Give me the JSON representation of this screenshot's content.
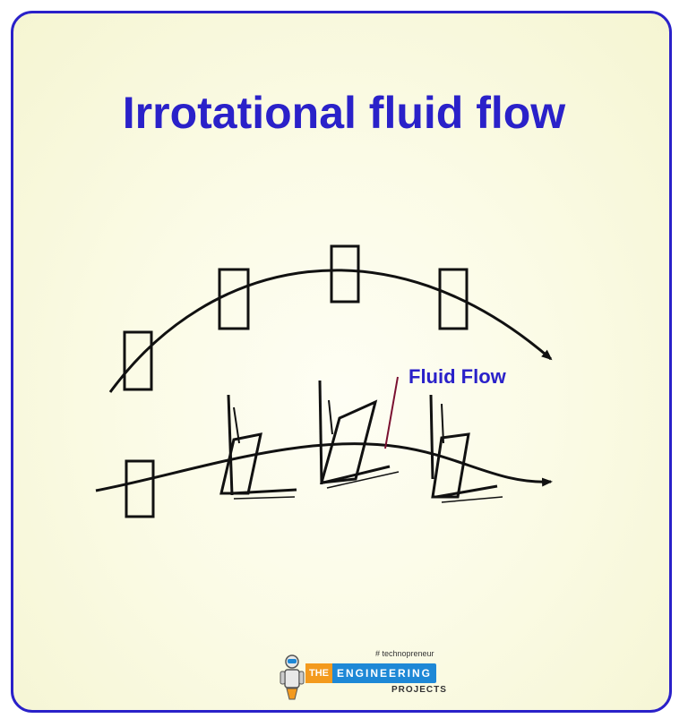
{
  "title": "Irrotational fluid flow",
  "flow_label": "Fluid Flow",
  "logo": {
    "tagline": "# technopreneur",
    "the": "THE",
    "engineering": "ENGINEERING",
    "projects": "PROJECTS"
  },
  "colors": {
    "accent": "#2a21c9",
    "line": "#111111",
    "leader_line": "#7a1030",
    "logo_blue": "#1e88d6",
    "logo_orange": "#f39a1e"
  }
}
